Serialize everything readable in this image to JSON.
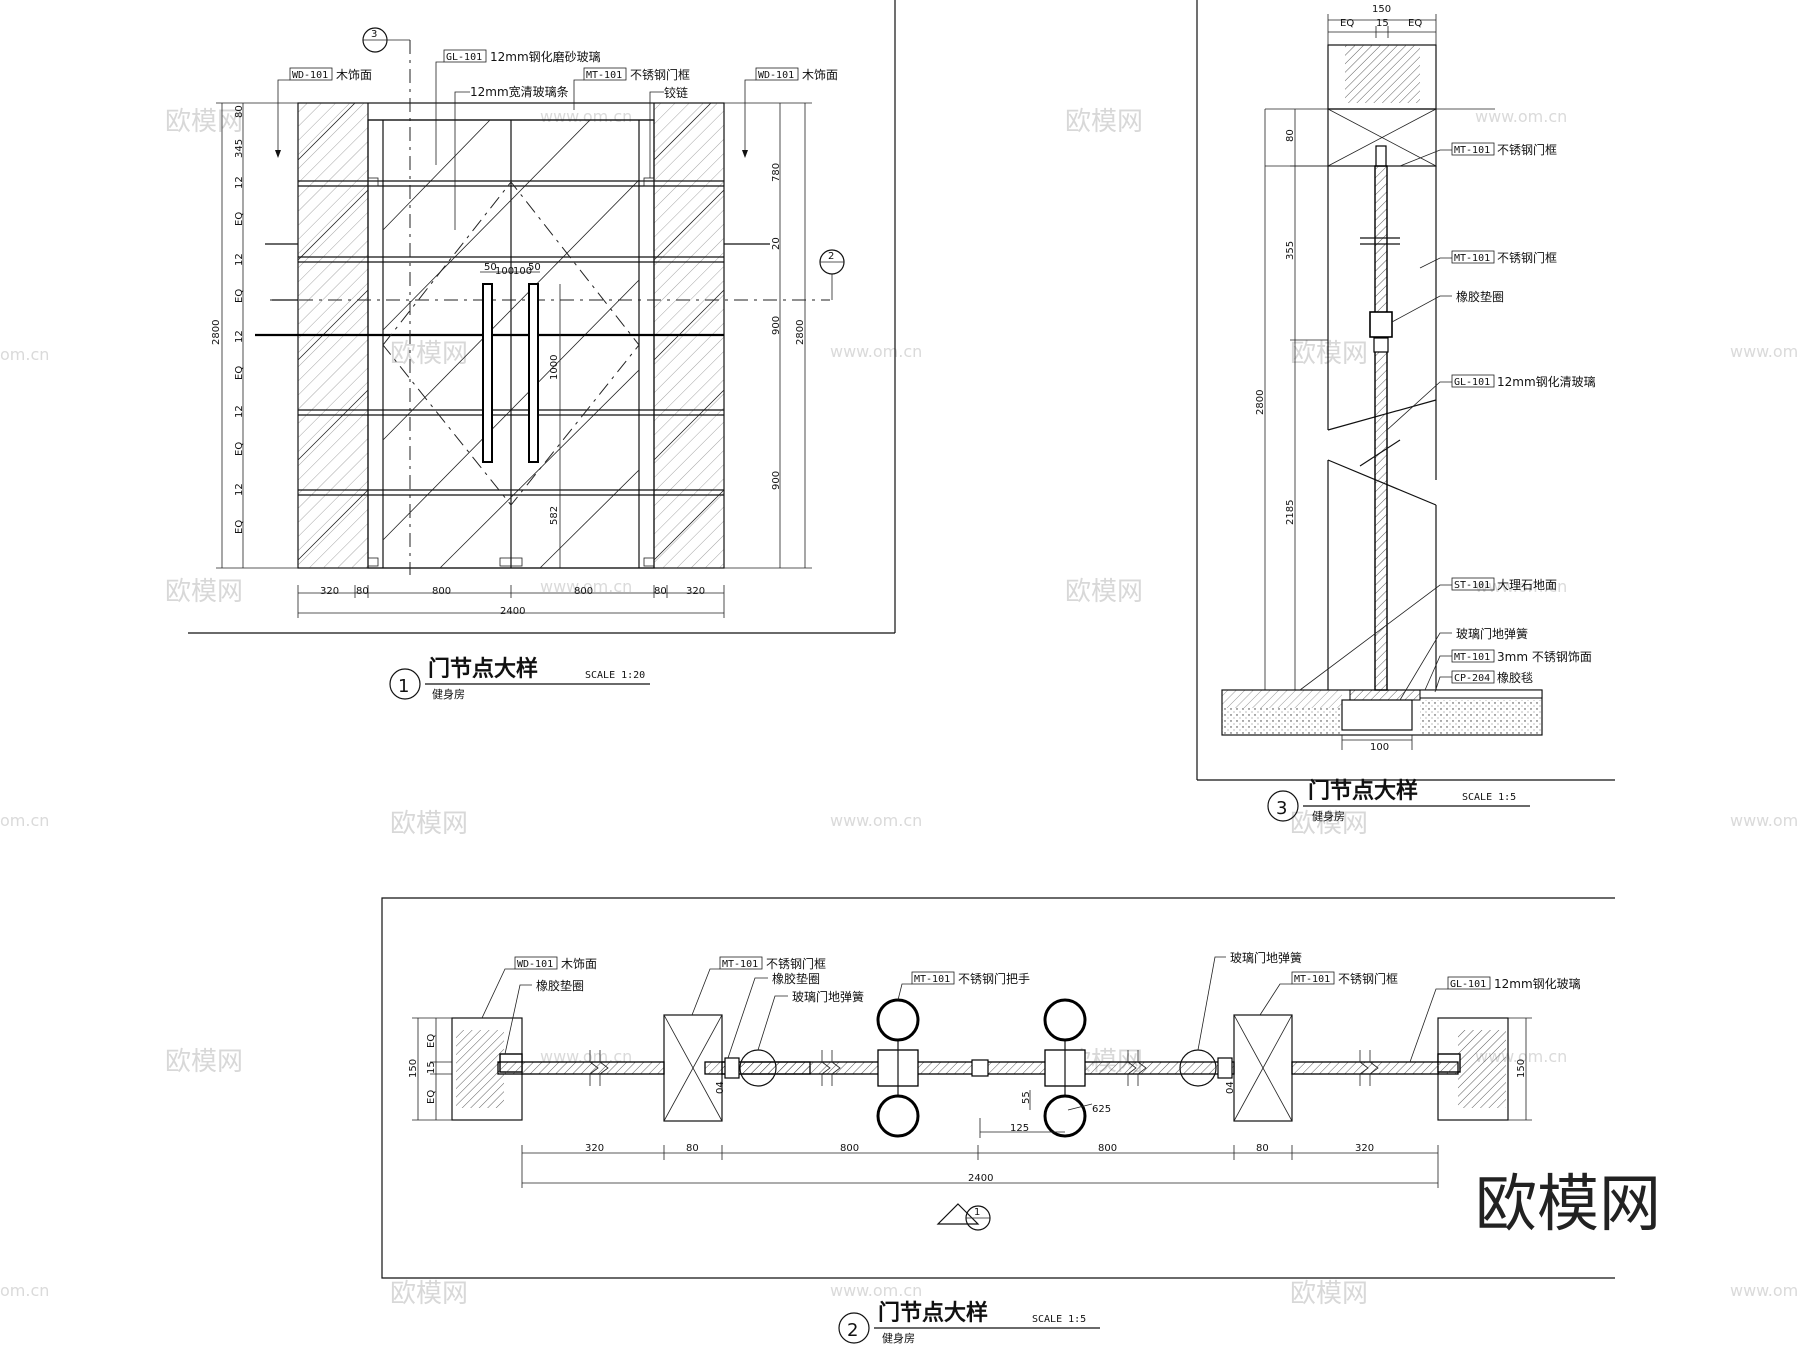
{
  "watermarks": {
    "brand": "欧模网",
    "url": "www.om.cn",
    "url_short": "om.cn",
    "corner_logo": "欧模网"
  },
  "drawing1": {
    "number": "1",
    "title": "门节点大样",
    "scale": "SCALE 1:20",
    "room": "健身房",
    "section_ref_top": "3",
    "section_ref_side": "2",
    "labels": {
      "wd_left_tag": "WD-101",
      "wd_left_text": "木饰面",
      "gl_tag": "GL-101",
      "gl_text": "12mm钢化磨砂玻璃",
      "strip_text": "12mm宽清玻璃条",
      "mt_tag": "MT-101",
      "mt_text": "不锈钢门框",
      "hinge_text": "铰链",
      "wd_right_tag": "WD-101",
      "wd_right_text": "木饰面"
    },
    "left_dims": [
      "80",
      "345",
      "12",
      "EQ",
      "12",
      "EQ",
      "12",
      "EQ",
      "12",
      "EQ",
      "12",
      "EQ"
    ],
    "left_total": "2800",
    "right_dims": [
      "780",
      "20",
      "900",
      "900"
    ],
    "right_total": "2800",
    "handle_dims": [
      "50",
      "100",
      "100",
      "50"
    ],
    "handle_height": "1000",
    "handle_bottom": "582",
    "bottom_dims": [
      "320",
      "80",
      "800",
      "800",
      "80",
      "320"
    ],
    "bottom_total": "2400"
  },
  "drawing3": {
    "number": "3",
    "title": "门节点大样",
    "scale": "SCALE 1:5",
    "room": "健身房",
    "top_dims": [
      "150",
      "EQ",
      "15",
      "EQ"
    ],
    "left_dims": [
      "80",
      "355",
      "2185"
    ],
    "left_total": "2800",
    "bottom_dim": "100",
    "labels": {
      "mt1_tag": "MT-101",
      "mt1_text": "不锈钢门框",
      "mt2_tag": "MT-101",
      "mt2_text": "不锈钢门框",
      "rubber_text": "橡胶垫圈",
      "gl_tag": "GL-101",
      "gl_text": "12mm钢化清玻璃",
      "st_tag": "ST-101",
      "st_text": "大理石地面",
      "spring_text": "玻璃门地弹簧",
      "mt3_tag": "MT-101",
      "mt3_text": "3mm 不锈钢饰面",
      "cp_tag": "CP-204",
      "cp_text": "橡胶毯"
    }
  },
  "drawing2": {
    "number": "2",
    "title": "门节点大样",
    "scale": "SCALE 1:5",
    "room": "健身房",
    "section_ref": "1",
    "labels": {
      "wd_tag": "WD-101",
      "wd_text": "木饰面",
      "rubber_left_text": "橡胶垫圈",
      "mt_left_tag": "MT-101",
      "mt_left_text": "不锈钢门框",
      "rubber_mid_text": "橡胶垫圈",
      "spring_left_text": "玻璃门地弹簧",
      "handle_tag": "MT-101",
      "handle_text": "不锈钢门把手",
      "spring_right_text": "玻璃门地弹簧",
      "mt_right_tag": "MT-101",
      "mt_right_text": "不锈钢门框",
      "gl_tag": "GL-101",
      "gl_text": "12mm钢化玻璃"
    },
    "left_dims": [
      "150",
      "EQ",
      "15",
      "EQ"
    ],
    "right_dim": "150",
    "handle_dims": [
      "55",
      "625",
      "125"
    ],
    "small_dim": "04",
    "bottom_dims": [
      "320",
      "80",
      "800",
      "800",
      "80",
      "320"
    ],
    "bottom_total": "2400"
  }
}
